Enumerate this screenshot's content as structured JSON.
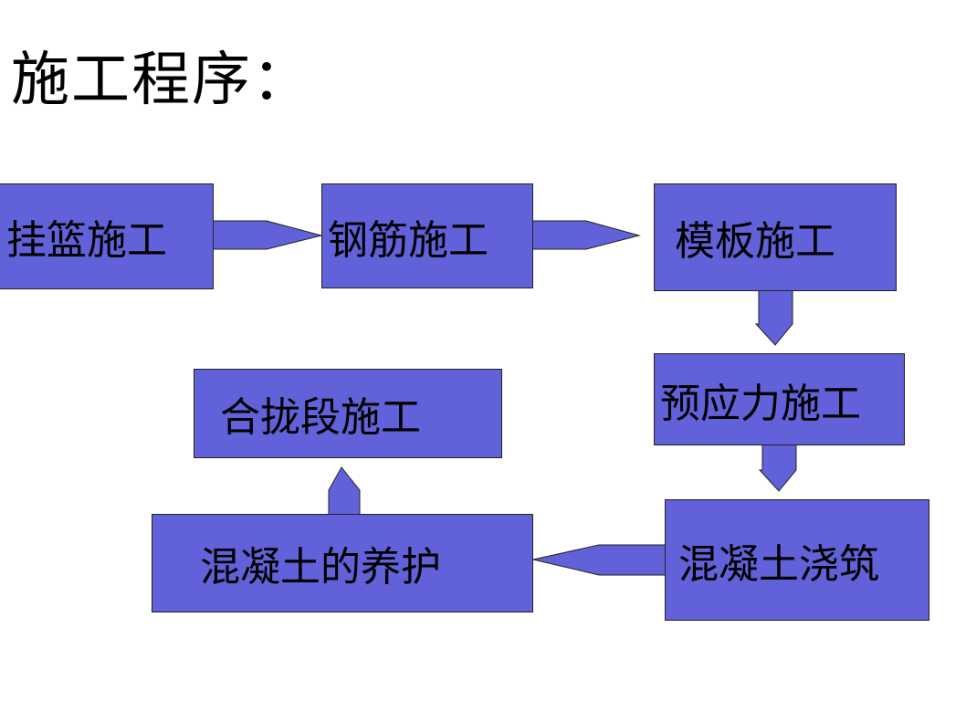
{
  "title": "施工程序：",
  "colors": {
    "box_fill": "#6161d9",
    "stroke": "#222222"
  },
  "steps": [
    {
      "label": "挂篮施工"
    },
    {
      "label": "钢筋施工"
    },
    {
      "label": "模板施工"
    },
    {
      "label": "预应力施工"
    },
    {
      "label": "混凝土浇筑"
    },
    {
      "label": "混凝土的养护"
    },
    {
      "label": "合拢段施工"
    }
  ]
}
